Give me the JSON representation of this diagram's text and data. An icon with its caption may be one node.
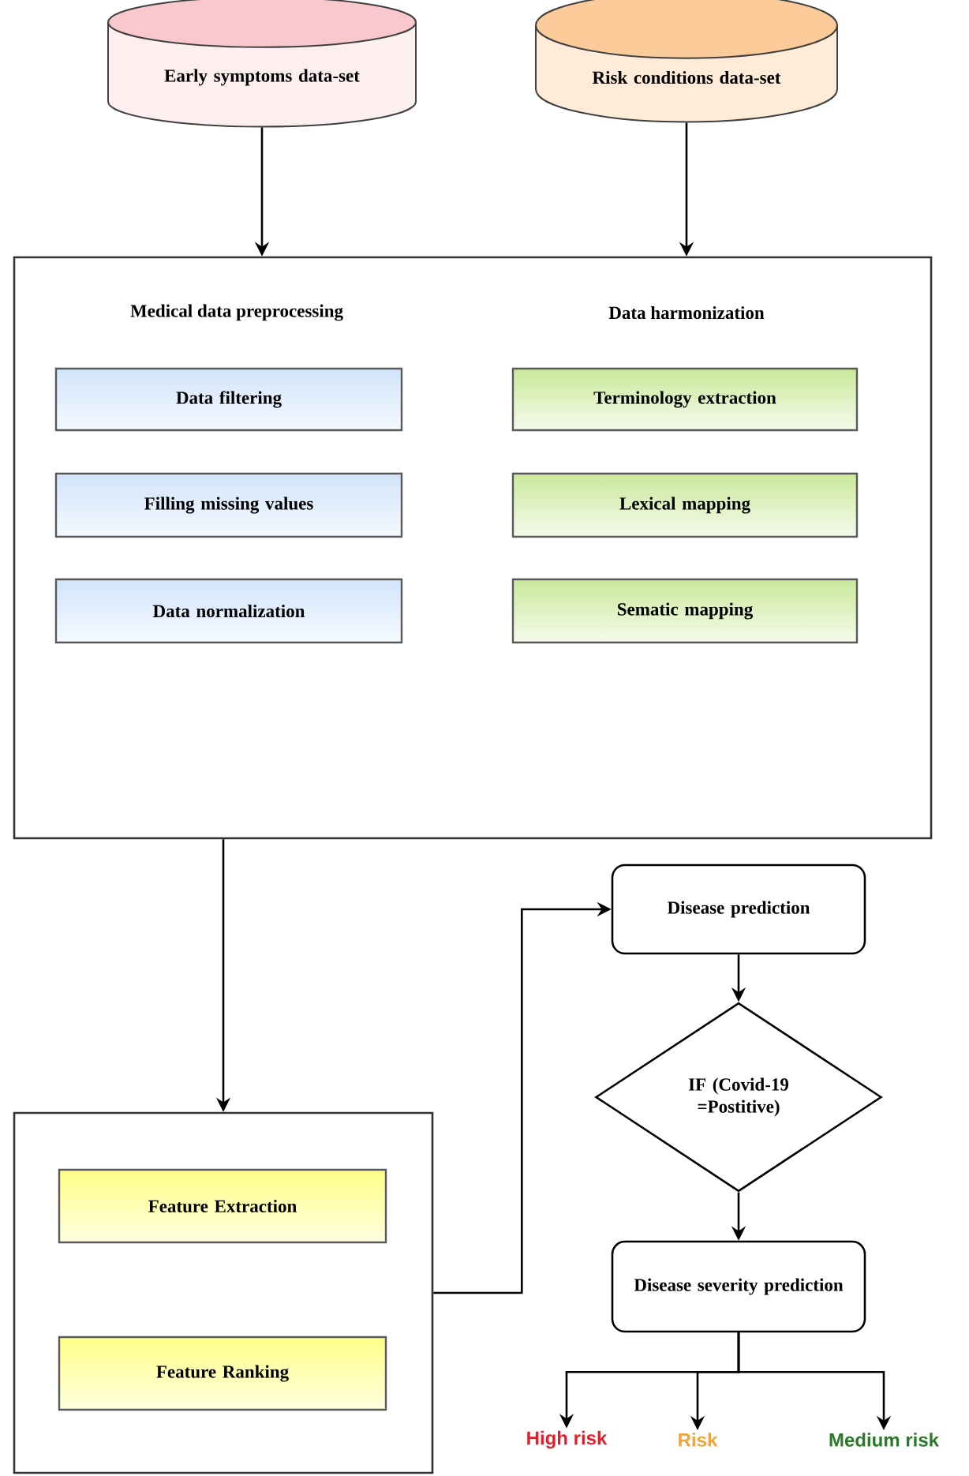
{
  "diagram": {
    "nodes": [
      {
        "text": [
          "Early symptoms data-set"
        ]
      },
      {
        "text": [
          "Risk conditions data-set"
        ]
      },
      {
        "text": [
          "Medical data preprocessing",
          "Data harmonization"
        ]
      },
      {
        "text": [
          "Data filtering"
        ],
        "in": 2
      },
      {
        "text": [
          "Terminology extraction"
        ],
        "in": 2
      },
      {
        "text": [
          "Filling missing values"
        ],
        "in": 2
      },
      {
        "text": [
          "Lexical mapping"
        ],
        "in": 2
      },
      {
        "text": [
          "Data normalization"
        ],
        "in": 2
      },
      {
        "text": [
          "Sematic mapping"
        ],
        "in": 2
      },
      {
        "text": [],
        "shape": "box"
      },
      {
        "text": [
          "Feature Extraction"
        ],
        "in": 9
      },
      {
        "text": [
          "Feature Ranking"
        ],
        "in": 9
      },
      {
        "text": [
          "Disease prediction"
        ]
      },
      {
        "text": [
          "IF (Covid-19 =Postitive)"
        ]
      },
      {
        "text": [
          "Disease severity prediction"
        ]
      },
      {
        "text": [
          "High risk"
        ]
      },
      {
        "text": [
          "Risk"
        ]
      },
      {
        "text": [
          "Medium risk"
        ]
      }
    ],
    "edges": [
      {
        "from": 0,
        "to": 2,
        "arrow": "to"
      },
      {
        "from": 1,
        "to": 2,
        "arrow": "to"
      },
      {
        "from": 2,
        "to": 9,
        "arrow": "to"
      },
      {
        "from": 9,
        "to": 12,
        "arrow": "to"
      },
      {
        "from": 12,
        "to": 13,
        "arrow": "to"
      },
      {
        "from": 13,
        "to": 14,
        "arrow": "to"
      },
      {
        "from": 14,
        "to": 15,
        "arrow": "to"
      },
      {
        "from": 14,
        "to": 16,
        "arrow": "to"
      },
      {
        "from": 14,
        "to": 17,
        "arrow": "to"
      }
    ]
  }
}
